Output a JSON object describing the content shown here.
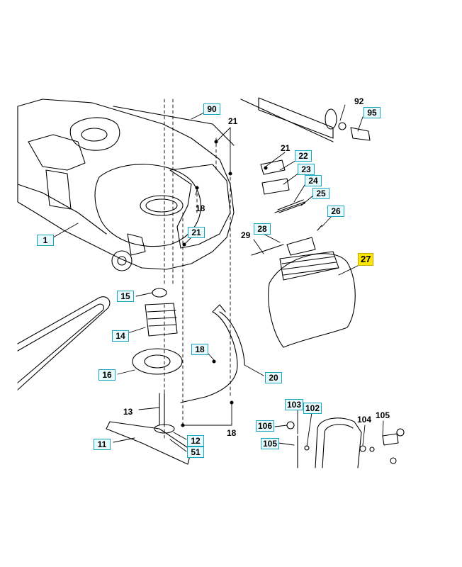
{
  "callouts": {
    "c1": "1",
    "c90": "90",
    "c92": "92",
    "c95": "95",
    "c21a": "21",
    "c21b": "21",
    "c21c": "21",
    "c22": "22",
    "c23": "23",
    "c24": "24",
    "c25": "25",
    "c26": "26",
    "c18a": "18",
    "c18b": "18",
    "c18c": "18",
    "c28": "28",
    "c29": "29",
    "c27": "27",
    "c15": "15",
    "c14": "14",
    "c16": "16",
    "c20": "20",
    "c13": "13",
    "c11": "11",
    "c12": "12",
    "c51": "51",
    "c103": "103",
    "c102": "102",
    "c106": "106",
    "c104": "104",
    "c105a": "105",
    "c105b": "105"
  },
  "colors": {
    "box_fill": "#e8fafd",
    "box_border": "#1aa6bf",
    "highlight_fill": "#ffe600",
    "line": "#000000"
  }
}
